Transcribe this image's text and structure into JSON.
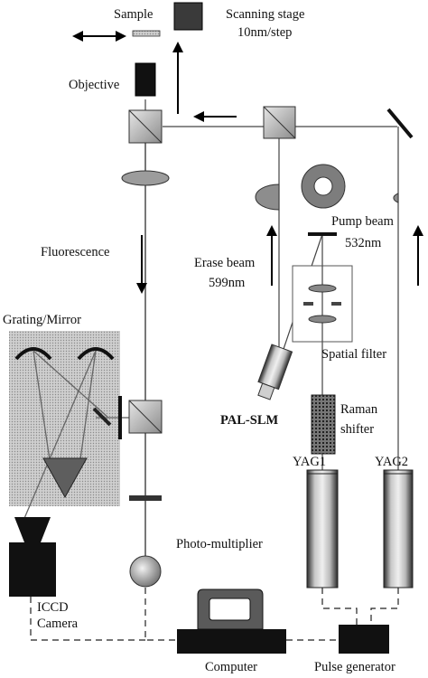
{
  "labels": {
    "sample": "Sample",
    "scanning_stage_1": "Scanning stage",
    "scanning_stage_2": "10nm/step",
    "objective": "Objective",
    "fluorescence": "Fluorescence",
    "grating_mirror": "Grating/Mirror",
    "photo_multiplier": "Photo-multiplier",
    "iccd_1": "ICCD",
    "iccd_2": "Camera",
    "computer": "Computer",
    "pulse_generator": "Pulse generator",
    "erase_beam_1": "Erase beam",
    "erase_beam_2": "599nm",
    "pump_beam_1": "Pump beam",
    "pump_beam_2": "532nm",
    "spatial_filter": "Spatial filter",
    "pal_slm": "PAL-SLM",
    "raman_1": "Raman",
    "raman_2": "shifter",
    "yag1": "YAG1",
    "yag2": "YAG2"
  },
  "colors": {
    "ink": "#111111",
    "beam": "#555555",
    "spectrometer_box": "#d6d6d6",
    "lens_gray": "#a8a8a8"
  }
}
